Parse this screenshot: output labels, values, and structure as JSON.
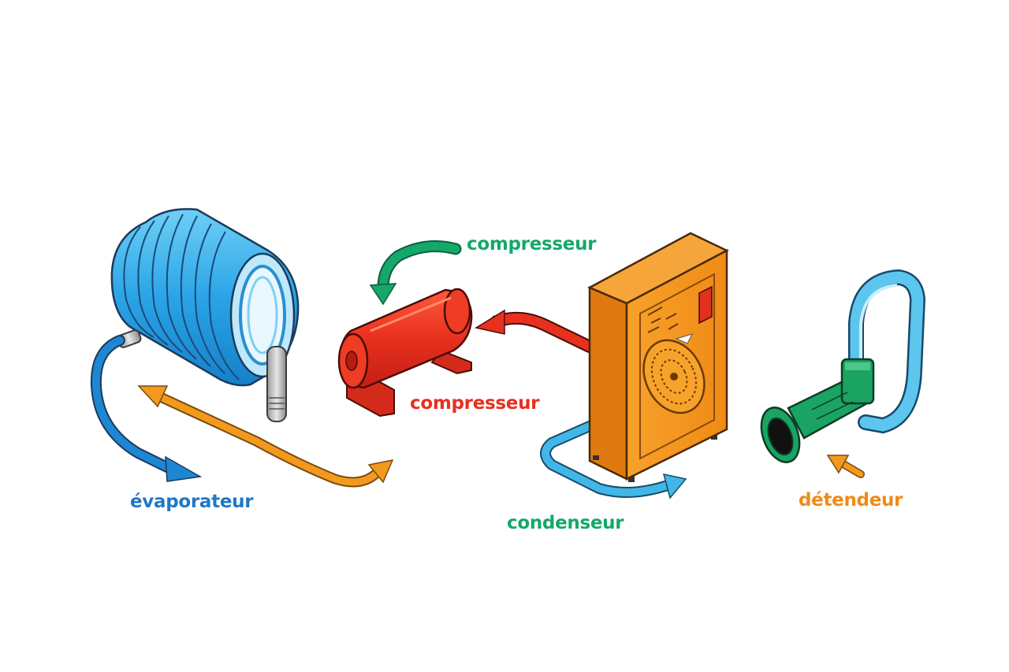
{
  "labels": {
    "evaporator": "évaporateur",
    "compressor_top": "compresseur",
    "compressor": "compresseur",
    "condenser": "condenseur",
    "expansion_valve": "détendeur"
  },
  "colors": {
    "evaporator_blue": "#1f86d1",
    "compressor_red": "#e8301f",
    "flow_green": "#14a86a",
    "condenser_orange": "#f08a17",
    "arrow_orange": "#f39a1e",
    "pipe_light_blue": "#42b6e8",
    "valve_green": "#1aa363"
  },
  "icons": [
    "evaporator-coil-icon",
    "compressor-icon",
    "condenser-unit-icon",
    "expansion-valve-icon"
  ]
}
